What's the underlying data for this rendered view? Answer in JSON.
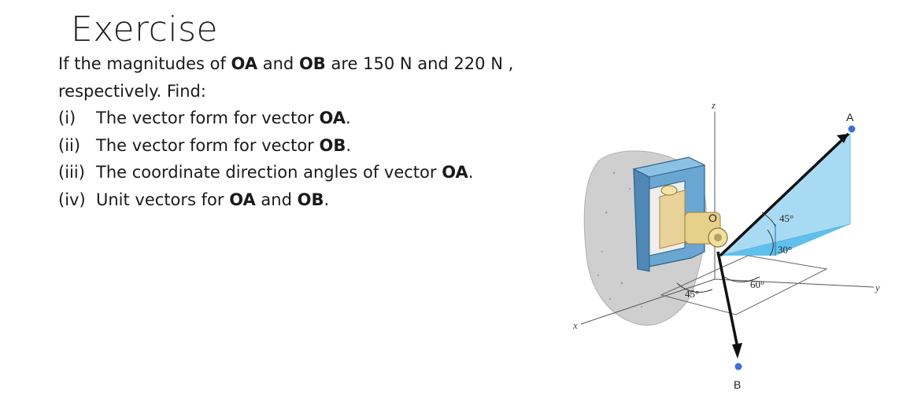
{
  "slide": {
    "title": "Exercise",
    "intro": {
      "t1": "If the magnitudes of ",
      "oa": "OA",
      "t2": " and ",
      "ob": "OB",
      "t3": " are  150 N and 220 N ,"
    },
    "intro2": "respectively.  Find:",
    "items": [
      {
        "num": "(i)",
        "text": "The vector form for vector ",
        "bold": "OA",
        "end": "."
      },
      {
        "num": "(ii)",
        "text": "The vector form for vector ",
        "bold": "OB",
        "end": "."
      },
      {
        "num": "(iii)",
        "text": "The coordinate direction angles of vector ",
        "bold": "OA",
        "end": "."
      },
      {
        "num": "(iv)",
        "text": "Unit vectors for ",
        "bold": "OA",
        "mid": " and ",
        "bold2": "OB",
        "end": "."
      }
    ]
  },
  "figure": {
    "axis_z": "z",
    "axis_y": "y",
    "axis_x": "x",
    "point_A": "A",
    "point_B": "B",
    "point_O": "O",
    "angle_45_top": "45°",
    "angle_30": "30°",
    "angle_60": "60°",
    "angle_45_bottom": "45°",
    "colors": {
      "plane": "#8fd3f0",
      "plane_dark": "#3fb0e8",
      "bracket": "#4a8fc0",
      "bracket_light": "#7fb8dc",
      "pin": "#e6d08a",
      "wall": "#c8c8c8",
      "point": "#3a6fd8"
    }
  }
}
